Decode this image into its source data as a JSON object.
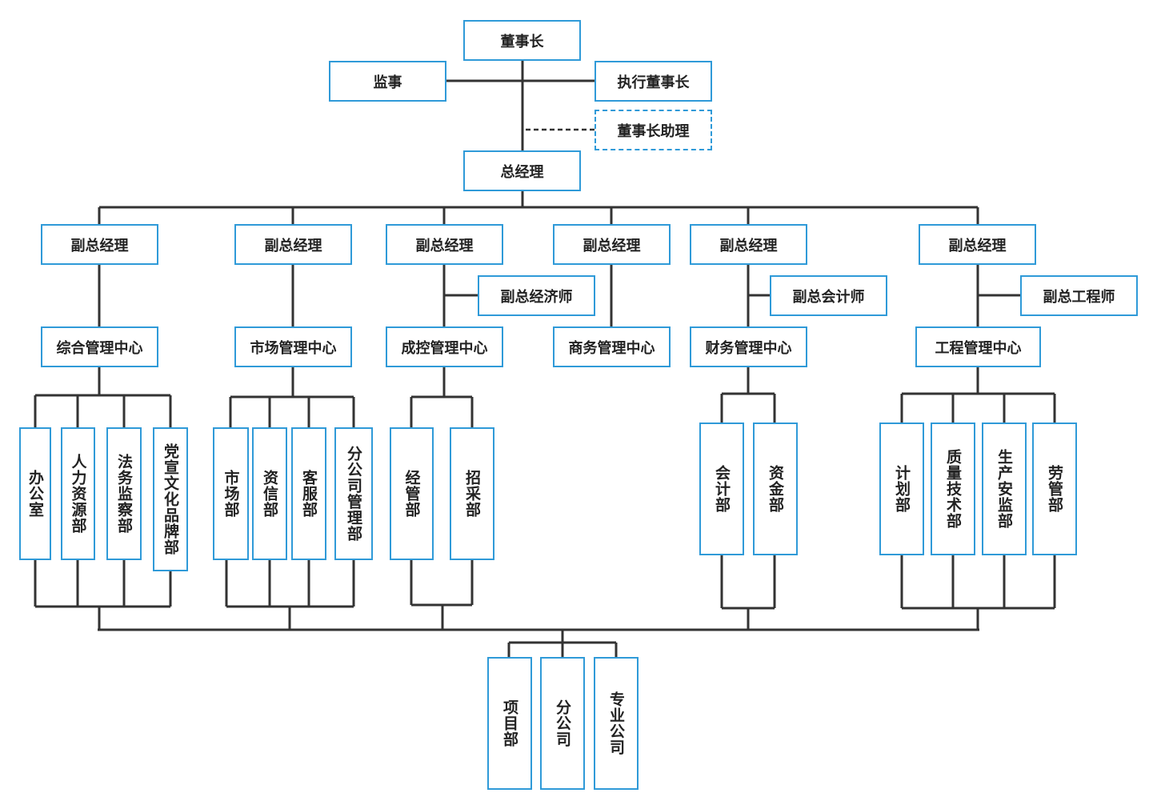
{
  "colors": {
    "border": "#2f9ad8",
    "line": "#333333",
    "text": "#222222"
  },
  "top": {
    "chairman": "董事长",
    "supervisor": "监事",
    "executive_chairman": "执行董事长",
    "chairman_assistant": "董事长助理",
    "general_manager": "总经理"
  },
  "vice_gm_label": "副总经理",
  "branches": [
    {
      "center": "综合管理中心",
      "departments": [
        "办公室",
        "人力资源部",
        "法务监察部",
        "党宣文化品牌部"
      ]
    },
    {
      "center": "市场管理中心",
      "departments": [
        "市场部",
        "资信部",
        "客服部",
        "分公司管理部"
      ]
    },
    {
      "assistant": "副总经济师",
      "center": "成控管理中心",
      "departments": [
        "经管部",
        "招采部"
      ]
    },
    {
      "center": "商务管理中心",
      "departments": []
    },
    {
      "assistant": "副总会计师",
      "center": "财务管理中心",
      "departments": [
        "会计部",
        "资金部"
      ]
    },
    {
      "assistant": "副总工程师",
      "center": "工程管理中心",
      "departments": [
        "计划部",
        "质量技术部",
        "生产安监部",
        "劳管部"
      ]
    }
  ],
  "bottom": [
    "项目部",
    "分公司",
    "专业公司"
  ]
}
